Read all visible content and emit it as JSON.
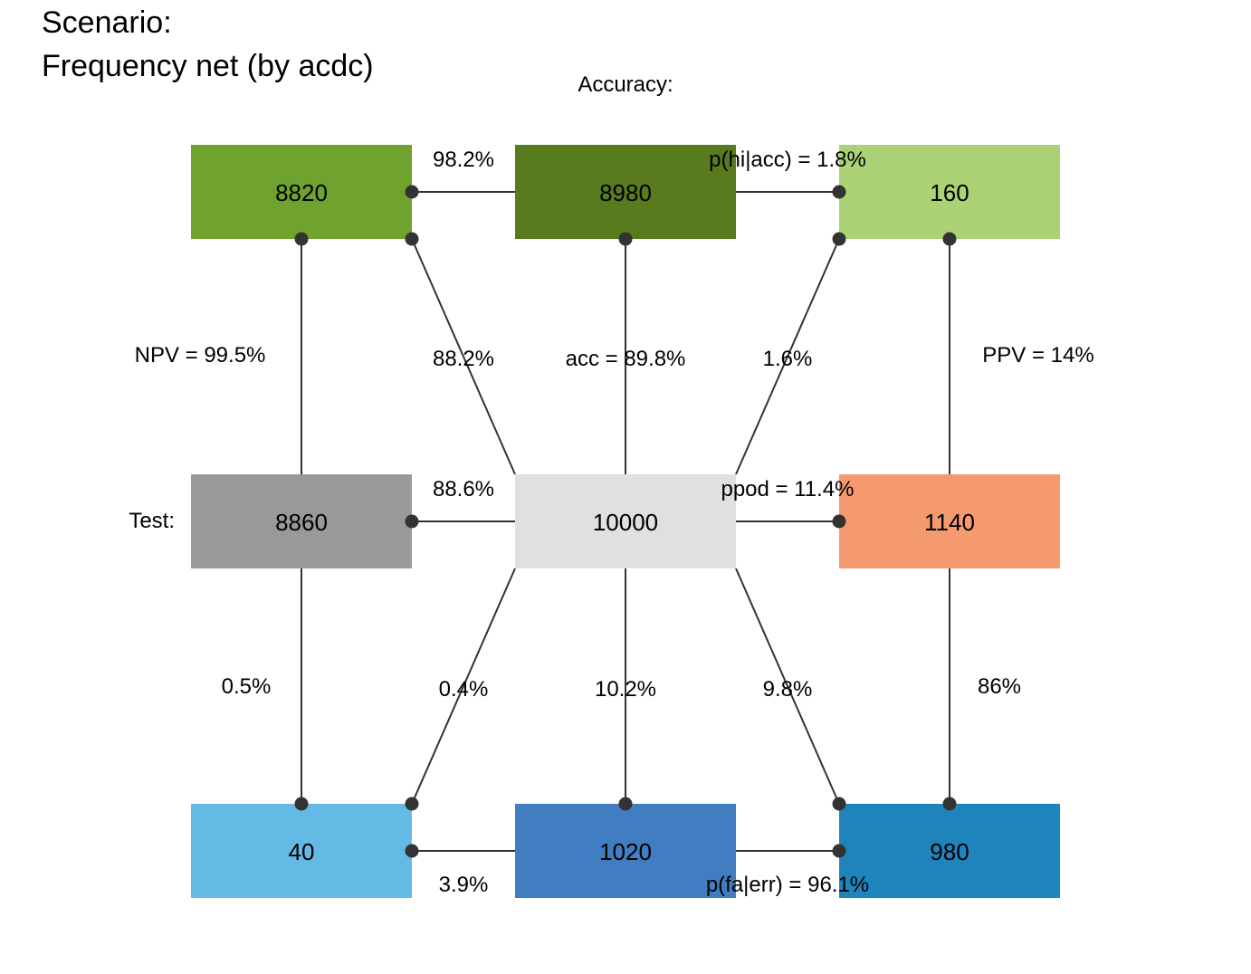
{
  "title": {
    "line1": "Scenario:",
    "line2": "Frequency net (by acdc)"
  },
  "row_labels": {
    "accuracy": "Accuracy:",
    "test": "Test:"
  },
  "colors": {
    "top_left": "#6FA32E",
    "top_mid": "#587C1D",
    "top_right": "#ABD375",
    "mid_left": "#999999",
    "mid_mid": "#E0E0E0",
    "mid_right": "#F49A6E",
    "bot_left": "#63BAE5",
    "bot_mid": "#417EC1",
    "bot_right": "#1F84BB",
    "edge": "#333333"
  },
  "boxes": {
    "top_left": "8820",
    "top_mid": "8980",
    "top_right": "160",
    "mid_left": "8860",
    "mid_mid": "10000",
    "mid_right": "1140",
    "bot_left": "40",
    "bot_mid": "1020",
    "bot_right": "980"
  },
  "edge_labels": {
    "top_h_left": "98.2%",
    "top_h_right": "p(hi|acc) = 1.8%",
    "npv": "NPV = 99.5%",
    "diag_ul": "88.2%",
    "acc": "acc = 89.8%",
    "diag_ur": "1.6%",
    "ppv": "PPV = 14%",
    "mid_h_left": "88.6%",
    "mid_h_right": "ppod = 11.4%",
    "left_low": "0.5%",
    "diag_ll": "0.4%",
    "err": "10.2%",
    "diag_lr": "9.8%",
    "right_low": "86%",
    "bot_h_left": "3.9%",
    "bot_h_right": "p(fa|err) = 96.1%"
  }
}
